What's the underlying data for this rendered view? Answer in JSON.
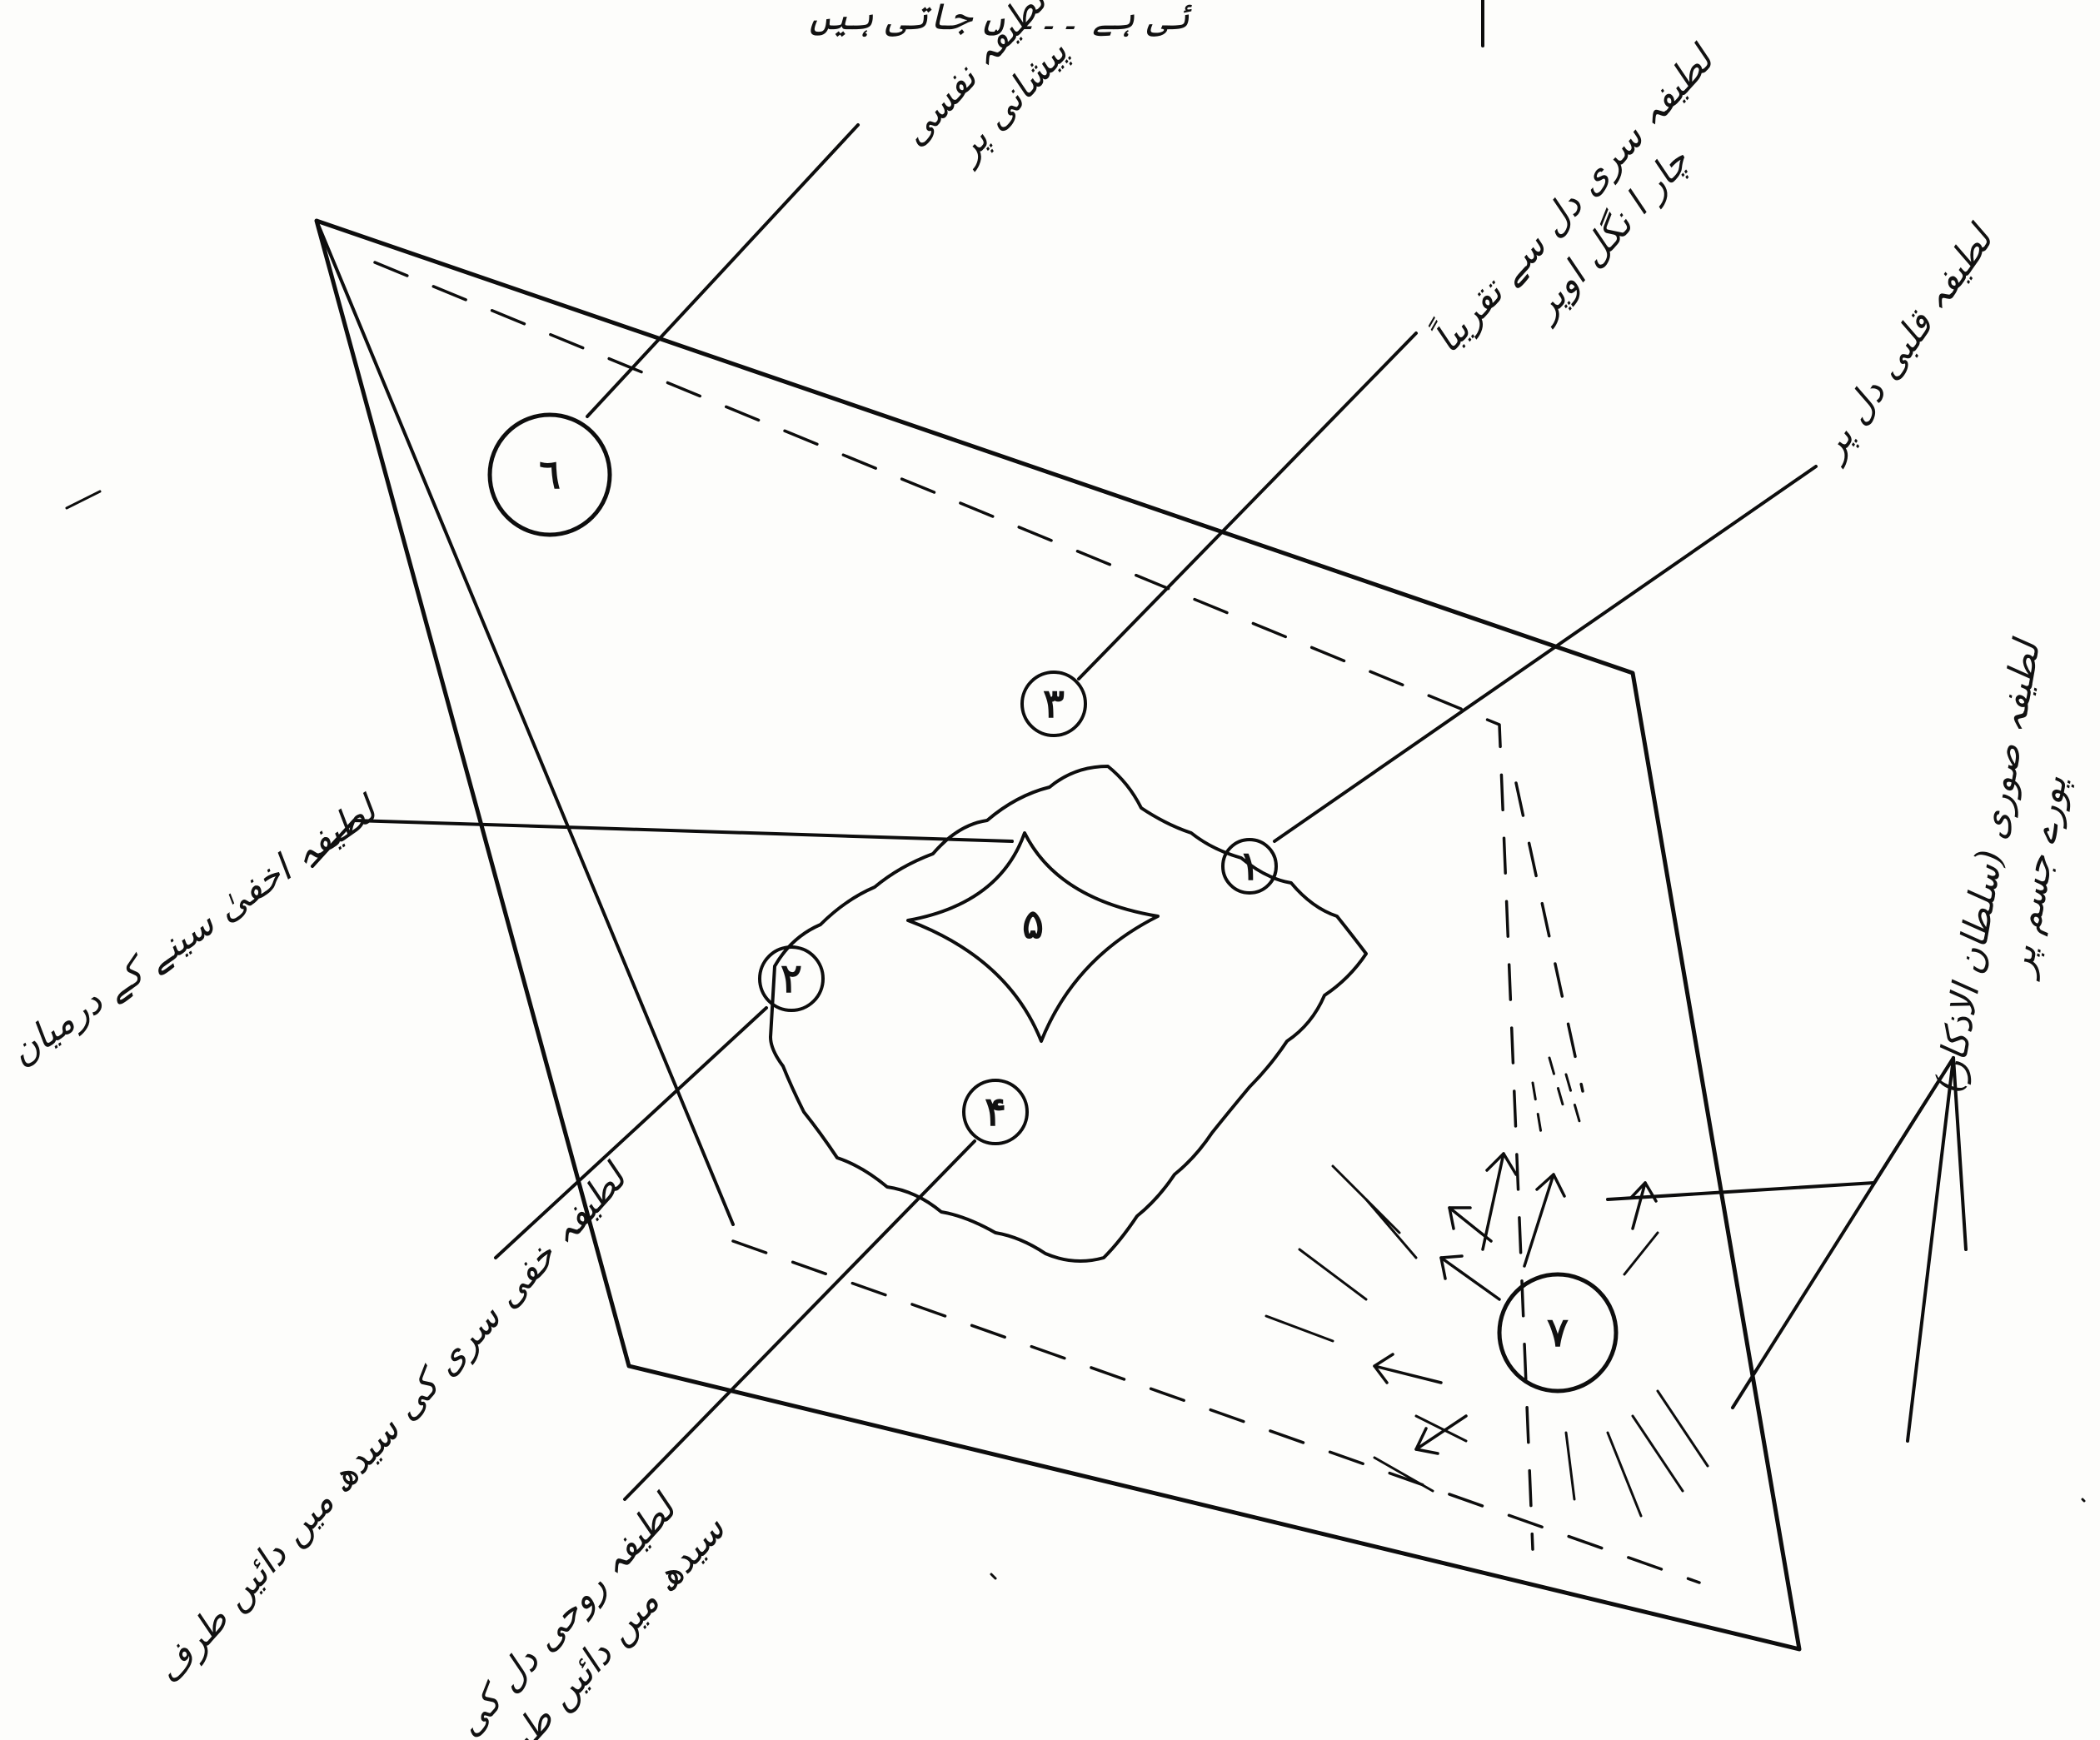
{
  "header_text": "ئی ہے   ۔۔۔   ں   جاتی ہیں",
  "labels": {
    "nafsi": [
      "لطیفہ نفسی",
      "پیشانی پر"
    ],
    "sirri": [
      "لطیفہ سری دل سے تقریباً",
      "چار ا نگل اوپر"
    ],
    "qalbi": [
      "لطیفہ قلبی دل پر"
    ],
    "sauri": [
      "لطیفہ صوری (سلطان الاذکار)",
      "پورے جسم پر"
    ],
    "akhfa": [
      "لطیفہ اخفیٰ سینے کے درمیان"
    ],
    "khafi": [
      "لطیفہ خفی سری کی سیدھ میں دائیں طرف"
    ],
    "ruhi": [
      "لطیفہ روحی دل کی",
      "سیدھ میں دائیں طرف"
    ]
  },
  "markers": {
    "m1": "١",
    "m2": "٢",
    "m3": "٣",
    "m4": "۴",
    "m5": "۵",
    "m6": "٦",
    "m7": "٧"
  },
  "colors": {
    "ink": "#0d0d0d",
    "paper": "#fdfdfb"
  }
}
